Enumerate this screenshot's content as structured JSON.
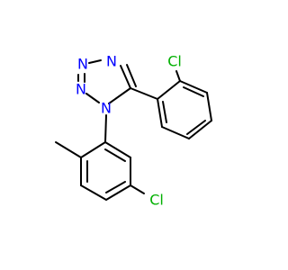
{
  "colors": {
    "background": "#ffffff",
    "bond": "#000000",
    "nitrogen": "#0000ff",
    "chlorine": "#00b000"
  },
  "atoms": {
    "n_top": "N",
    "n_upper_left": "N",
    "n_lower_left": "N",
    "n_central": "N",
    "cl_top": "Cl",
    "cl_bottom": "Cl"
  }
}
